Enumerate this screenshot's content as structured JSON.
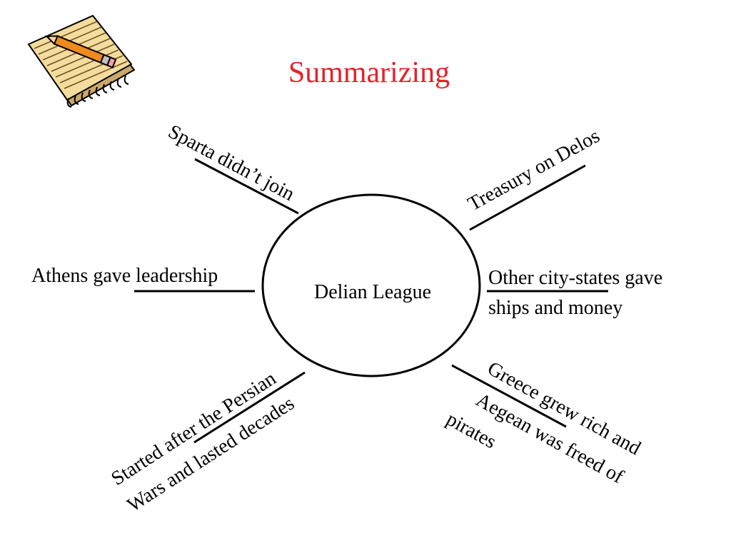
{
  "slide": {
    "title": "Summarizing",
    "title_color": "#e8202a",
    "clipart_icon": "notepad-with-pencil-icon"
  },
  "diagram": {
    "center_label": "Delian League",
    "branches": {
      "sparta": "Sparta didn’t join",
      "treasury": "Treasury on Delos",
      "athens": "Athens gave leadership",
      "city_states_line1": "Other city-states gave",
      "city_states_line2": "ships and money",
      "started_line1": "Started after the Persian",
      "started_line2": "Wars and lasted decades",
      "greece_line1": "Greece grew rich and",
      "greece_line2": "Aegean was freed of",
      "greece_line3": "pirates"
    }
  }
}
